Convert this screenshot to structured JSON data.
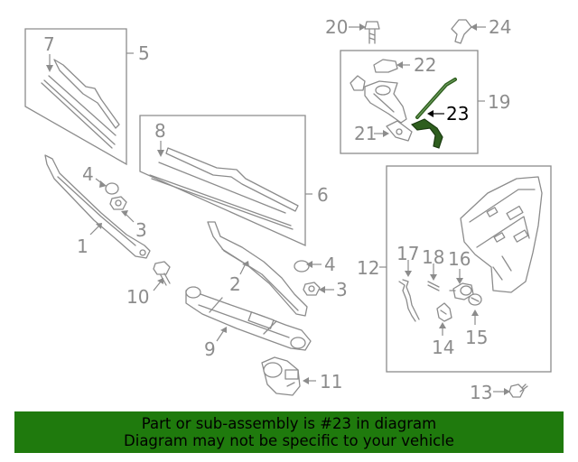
{
  "diagram": {
    "callouts": [
      "1",
      "2",
      "3",
      "3",
      "4",
      "4",
      "5",
      "6",
      "7",
      "8",
      "9",
      "10",
      "11",
      "12",
      "13",
      "14",
      "15",
      "16",
      "17",
      "18",
      "19",
      "20",
      "21",
      "22",
      "23",
      "24"
    ],
    "highlighted_part": "23",
    "colors": {
      "line": "#8c8c8c",
      "highlight_part": "#2e5e1e",
      "banner": "#1f7a0d",
      "text": "#000000"
    }
  },
  "banner": {
    "line1": "Part or sub-assembly is #23 in diagram",
    "line2": "Diagram may not be specific to your vehicle"
  }
}
